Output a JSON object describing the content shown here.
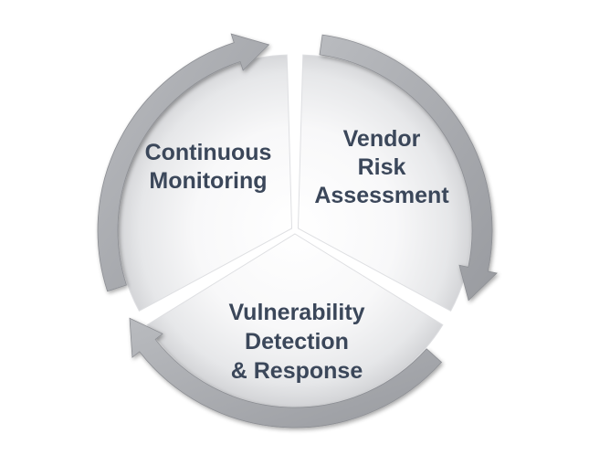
{
  "diagram": {
    "segments": [
      {
        "lines": [
          "Vendor",
          "Risk",
          "Assessment"
        ]
      },
      {
        "lines": [
          "Vulnerability",
          "Detection",
          "& Response"
        ]
      },
      {
        "lines": [
          "Continuous",
          "Monitoring"
        ]
      }
    ],
    "colors": {
      "arrow": "#a9abaf",
      "arrow_dark": "#8c8e93",
      "segment_fill_light": "#ffffff",
      "segment_fill_edge": "#d4d5d8",
      "label": "#3b475a",
      "background": "#ffffff"
    }
  }
}
